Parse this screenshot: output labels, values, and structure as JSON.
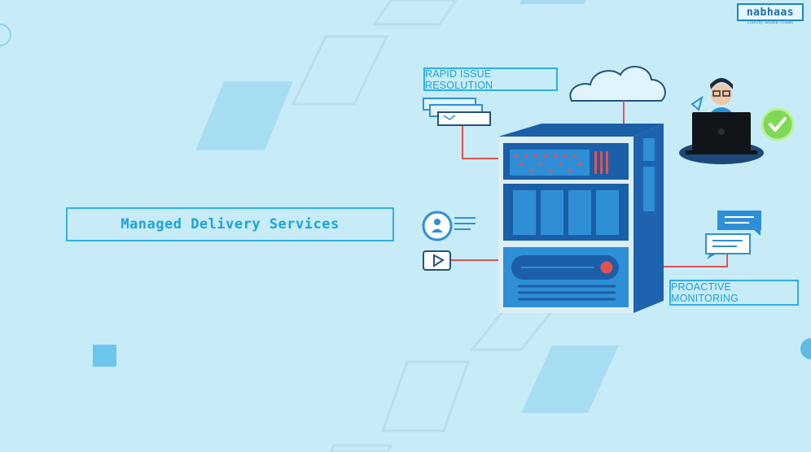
{
  "brand": {
    "name": "nabhaas",
    "tagline": "clarity beyond clouds"
  },
  "headline": {
    "title": "Managed Delivery Services"
  },
  "callouts": {
    "rapid": "RAPID ISSUE RESOLUTION",
    "proactive": "PROACTIVE MONITORING"
  },
  "icons": {
    "cloud": "cloud-icon",
    "server": "server-rack-icon",
    "user": "user-laptop-icon",
    "check": "check-icon",
    "mail": "mail-icon",
    "profile": "profile-card-icon",
    "video": "play-icon",
    "chat": "chat-bubble-icon"
  },
  "colors": {
    "background": "#c7ecf8",
    "accent": "#1ba3dc",
    "server_dark": "#1a5fa8",
    "server_light": "#2f8fd6",
    "connector": "#e25252",
    "check_green": "#7ed957"
  }
}
